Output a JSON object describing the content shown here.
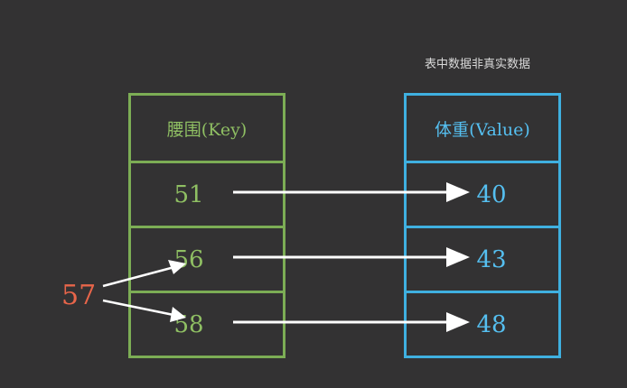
{
  "note": "表中数据非真实数据",
  "key_table": {
    "header": "腰围(Key)",
    "rows": [
      "51",
      "56",
      "58"
    ]
  },
  "value_table": {
    "header": "体重(Value)",
    "rows": [
      "40",
      "43",
      "48"
    ]
  },
  "probe_key": "57",
  "colors": {
    "background": "#333233",
    "key": "#7cad55",
    "value": "#3fb0e0",
    "probe": "#e8654a",
    "arrow": "#ffffff"
  }
}
